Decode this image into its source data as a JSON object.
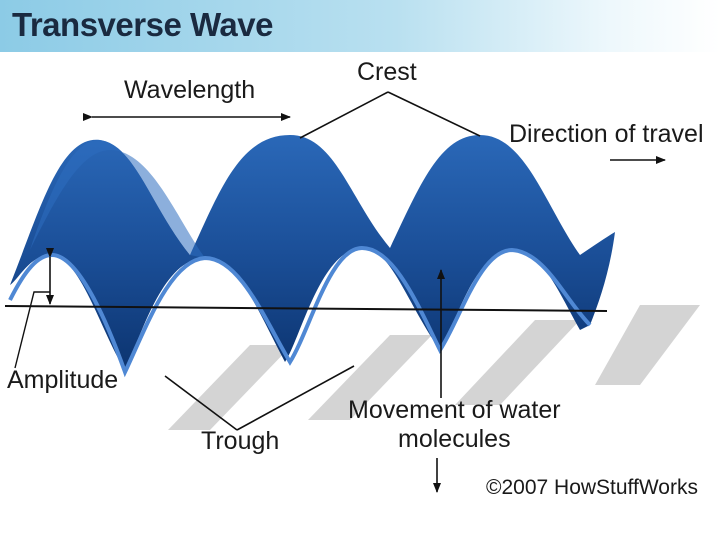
{
  "title": "Transverse Wave",
  "labels": {
    "wavelength": "Wavelength",
    "crest": "Crest",
    "direction": "Direction of travel",
    "amplitude": "Amplitude",
    "trough": "Trough",
    "movement_line1": "Movement of water",
    "movement_line2": "molecules",
    "copyright": "©2007 HowStuffWorks"
  },
  "colors": {
    "wave_dark": "#0d3a78",
    "wave_mid": "#1f5bab",
    "wave_light": "#3d7cc9",
    "shadow": "#d3d3d3",
    "title_bg": "#8ccbe6",
    "title_text": "#1a2a40"
  }
}
